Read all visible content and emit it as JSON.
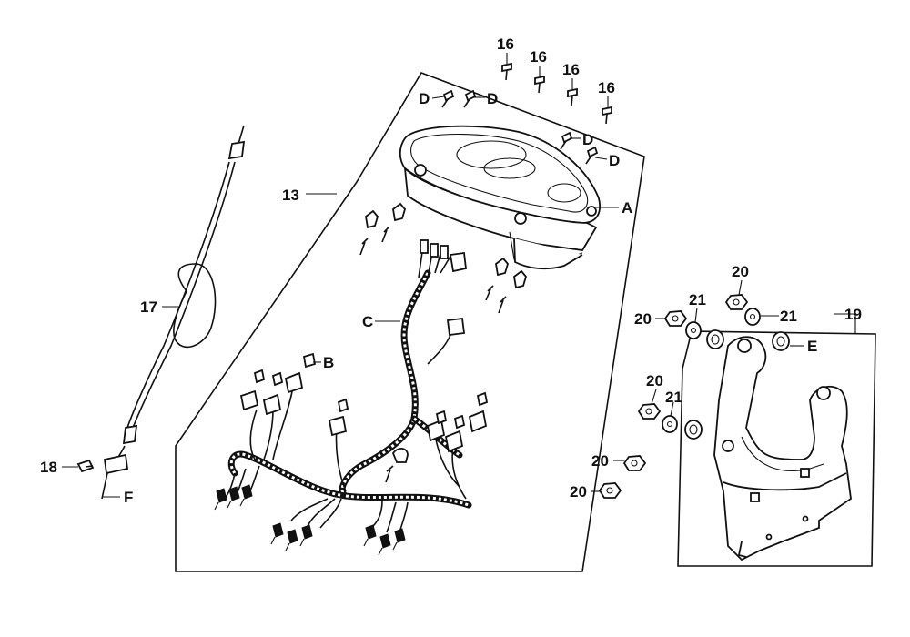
{
  "labels": {
    "part_13": "13",
    "part_16": "16",
    "part_17": "17",
    "part_18": "18",
    "part_19": "19",
    "part_20": "20",
    "part_21": "21",
    "ref_a": "A",
    "ref_b": "B",
    "ref_c": "C",
    "ref_d": "D",
    "ref_e": "E",
    "ref_f": "F"
  }
}
